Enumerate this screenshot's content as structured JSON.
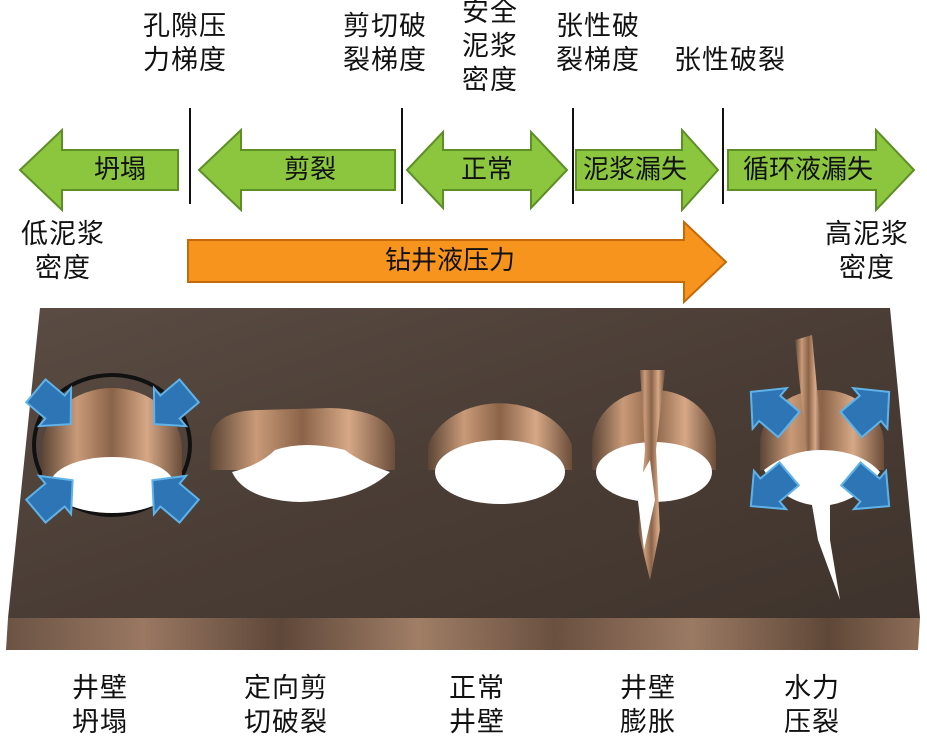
{
  "boundaries": {
    "pore_pressure": "孔隙压\n力梯度",
    "shear_failure": "剪切破\n裂梯度",
    "safe_mud_density": "安全\n泥浆\n密度",
    "tensile_failure_gradient": "张性破\n裂梯度",
    "tensile_failure": "张性破裂"
  },
  "zones": {
    "collapse": "坍塌",
    "shear": "剪裂",
    "normal": "正常",
    "mud_loss": "泥浆漏失",
    "circulation_loss": "循环液漏失"
  },
  "density_labels": {
    "low": "低泥浆\n密度",
    "high": "高泥浆\n密度"
  },
  "pressure_bar": "钻井液压力",
  "wellbore_states": {
    "collapse": "井壁\n坍塌",
    "shear_fracture": "定向剪\n切破裂",
    "normal": "正常\n井壁",
    "expansion": "井壁\n膨胀",
    "hydraulic_fracture": "水力\n压裂"
  },
  "colors": {
    "zone_green": "#8cc63f",
    "zone_green_dark": "#5e8f26",
    "pressure_orange": "#f7941d",
    "stress_blue": "#2e75b6",
    "rock_dark": "#4a3d35"
  }
}
